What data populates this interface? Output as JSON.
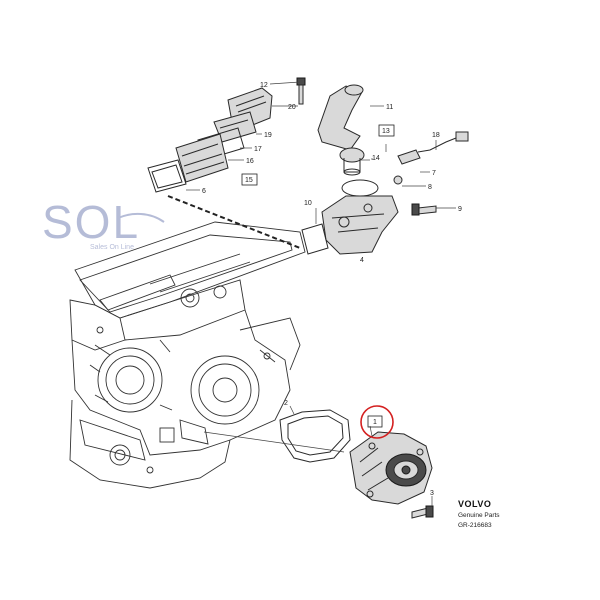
{
  "watermark": {
    "logo_text": "SOL",
    "tagline": "Sales On Line",
    "color": "#7a86b8"
  },
  "brand": {
    "name": "VOLVO",
    "subtitle": "Genuine Parts",
    "reference": "GR-216683"
  },
  "highlight_color": "#d42020",
  "callouts": [
    {
      "id": "c12",
      "text": "12",
      "boxed": false
    },
    {
      "id": "c20",
      "text": "20",
      "boxed": false
    },
    {
      "id": "c11",
      "text": "11",
      "boxed": false
    },
    {
      "id": "c19",
      "text": "19",
      "boxed": false
    },
    {
      "id": "c17",
      "text": "17",
      "boxed": false
    },
    {
      "id": "c16",
      "text": "16",
      "boxed": false
    },
    {
      "id": "c6",
      "text": "6",
      "boxed": false
    },
    {
      "id": "c15",
      "text": "15",
      "boxed": true
    },
    {
      "id": "c13",
      "text": "13",
      "boxed": true
    },
    {
      "id": "c14",
      "text": "14",
      "boxed": false
    },
    {
      "id": "c18",
      "text": "18",
      "boxed": false
    },
    {
      "id": "c7",
      "text": "7",
      "boxed": false
    },
    {
      "id": "c8",
      "text": "8",
      "boxed": false
    },
    {
      "id": "c9",
      "text": "9",
      "boxed": false
    },
    {
      "id": "c10",
      "text": "10",
      "boxed": false
    },
    {
      "id": "c4",
      "text": "4",
      "boxed": false
    },
    {
      "id": "c2",
      "text": "2",
      "boxed": false
    },
    {
      "id": "c1",
      "text": "1",
      "boxed": true,
      "highlighted": true
    },
    {
      "id": "c3",
      "text": "3",
      "boxed": false
    }
  ]
}
